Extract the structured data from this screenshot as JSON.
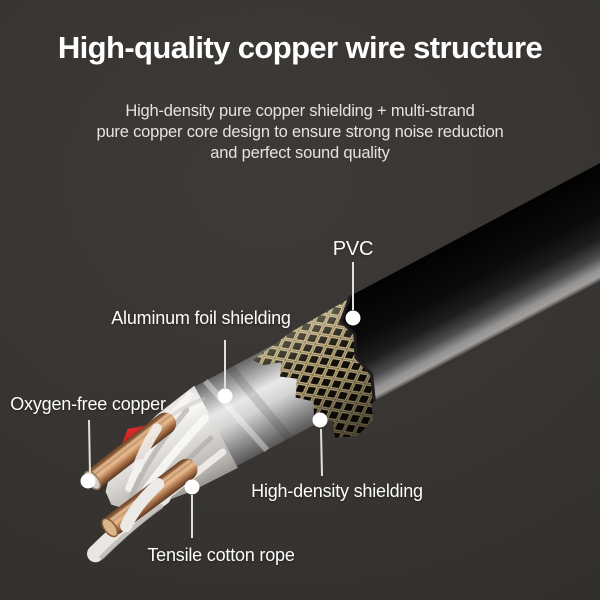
{
  "title": "High-quality copper wire structure",
  "subtitle": {
    "line1": "High-density pure copper shielding + multi-strand",
    "line2": "pure copper core design to ensure strong noise reduction",
    "line3": "and perfect sound quality"
  },
  "diagram": {
    "type": "product-cutaway",
    "subject": "audio cable layered structure",
    "labels": {
      "pvc": "PVC",
      "aluminum_foil": "Aluminum foil shielding",
      "oxygen_free_copper": "Oxygen-free copper",
      "high_density_shielding": "High-density shielding",
      "tensile_cotton_rope": "Tensile cotton rope"
    },
    "colors": {
      "background": "#363330",
      "pvc_jacket": "#0b0b0b",
      "braid_gold": "#c4b181",
      "foil_silver": "#d9d9d9",
      "cotton_white": "#efedea",
      "copper": "#b97f55",
      "insulation_red": "#c42020",
      "label_text": "#ffffff",
      "leader_line": "#e0e0e0"
    }
  }
}
